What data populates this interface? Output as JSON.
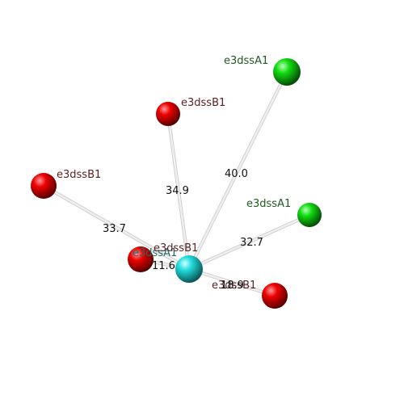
{
  "colors": {
    "background": "#ffffff",
    "chain_b": "#ee0000",
    "chain_a": "#11dd11",
    "center": "#22dddd",
    "bond": "#cfcfcf",
    "label_chain_b": "#5a1f1f",
    "label_chain_a": "#1f5a1f",
    "label_center": "#1f6a6a"
  },
  "atoms": [
    {
      "id": "center",
      "label": "e3dssA1",
      "type": "center"
    },
    {
      "id": "b_overlap",
      "label": "e3dssB1",
      "type": "chain_b"
    },
    {
      "id": "b_left",
      "label": "e3dssB1",
      "type": "chain_b"
    },
    {
      "id": "b_top",
      "label": "e3dssB1",
      "type": "chain_b"
    },
    {
      "id": "a_top",
      "label": "e3dssA1",
      "type": "chain_a"
    },
    {
      "id": "a_right",
      "label": "e3dssA1",
      "type": "chain_a"
    },
    {
      "id": "b_bottom",
      "label": "e3dssB1",
      "type": "chain_b"
    }
  ],
  "distances": [
    {
      "to": "b_left",
      "value": "33.7"
    },
    {
      "to": "b_top",
      "value": "34.9"
    },
    {
      "to": "a_top",
      "value": "40.0"
    },
    {
      "to": "a_right",
      "value": "32.7"
    },
    {
      "to": "b_bottom",
      "value": "18.9"
    },
    {
      "to": "b_overlap",
      "value": "11.6"
    }
  ]
}
